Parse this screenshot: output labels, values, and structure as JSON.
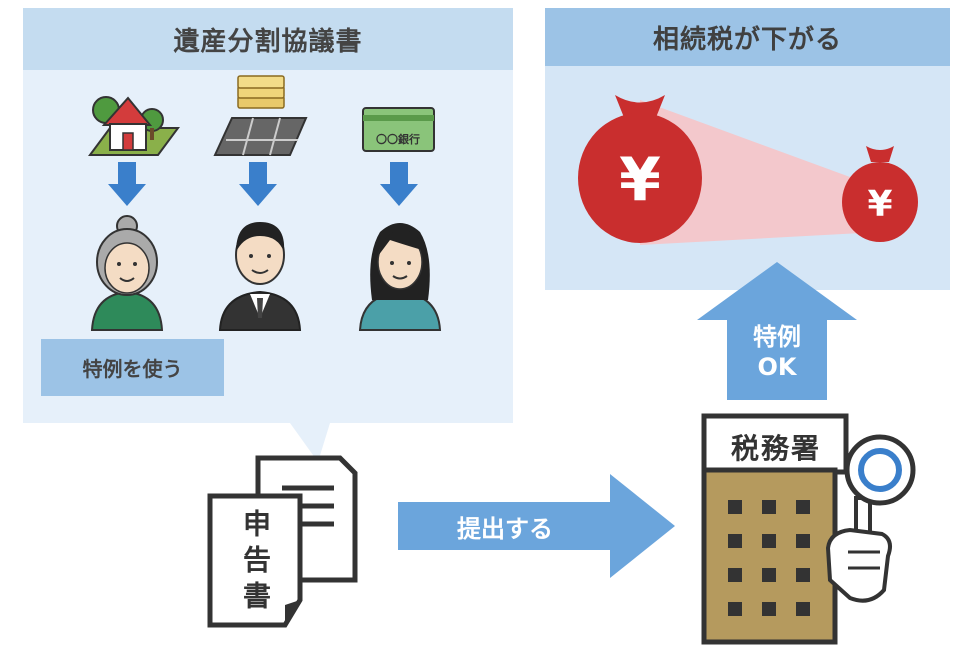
{
  "left_panel": {
    "title": "遺産分割協議書",
    "special_label": "特例を使う"
  },
  "right_panel": {
    "title": "相続税が下がる"
  },
  "assets": {
    "bank_book_label": "〇〇銀行",
    "yen_symbol": "¥"
  },
  "flow": {
    "submit_label": "提出する",
    "ok_line1": "特例",
    "ok_line2": "OK"
  },
  "tax_office": {
    "label": "税務署"
  },
  "document": {
    "label": "申告書"
  },
  "icons": [
    "house-icon",
    "cash-icon",
    "bankbook-icon",
    "grandmother-icon",
    "man-icon",
    "woman-icon",
    "money-bag-large-icon",
    "money-bag-small-icon",
    "document-icon",
    "tax-office-building-icon",
    "magnifier-hand-icon"
  ],
  "colors": {
    "arrow_blue": "#3a7fcb",
    "panel_light": "#e6f0fa",
    "header_blue": "#9cc3e6",
    "bag_red": "#c92e2e",
    "building": "#b59a5e"
  }
}
